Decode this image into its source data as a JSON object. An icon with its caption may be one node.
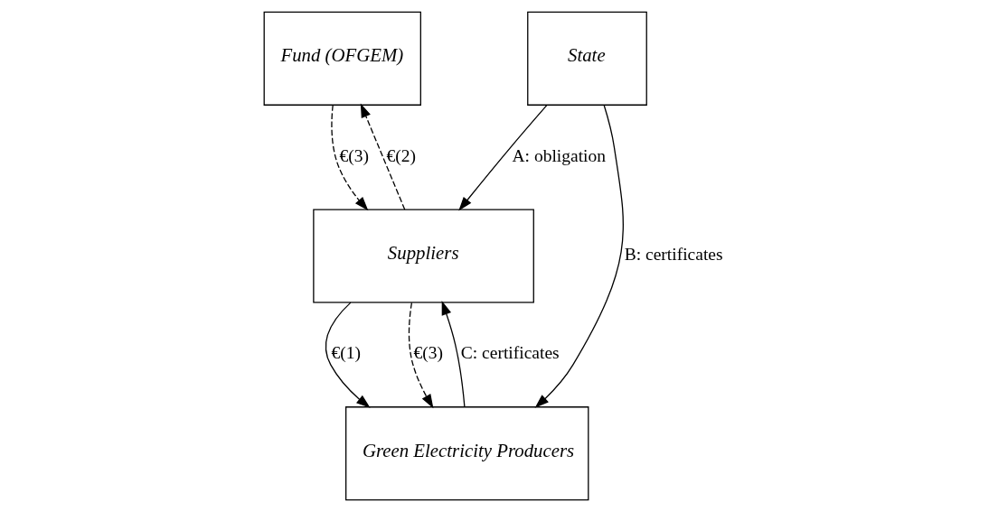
{
  "diagram": {
    "nodes": [
      {
        "text": [
          "Fund (OFGEM)"
        ]
      },
      {
        "text": [
          "State"
        ]
      },
      {
        "text": [
          "Suppliers"
        ]
      },
      {
        "text": [
          "Green Electricity Producers"
        ]
      }
    ],
    "edges": [
      {
        "from": 1,
        "to": 2,
        "arrow": "to",
        "label": "A: obligation"
      },
      {
        "from": 1,
        "to": 3,
        "arrow": "to",
        "label": "B: certificates"
      },
      {
        "from": 2,
        "to": 3,
        "arrow": "to",
        "label": "€(1)"
      },
      {
        "from": 3,
        "to": 2,
        "arrow": "to",
        "label": "C: certificates"
      },
      {
        "from": 2,
        "to": 0,
        "arrow": "to",
        "label": "€(2)",
        "style": "dashed"
      },
      {
        "from": 0,
        "to": 2,
        "arrow": "to",
        "label": "€(3)",
        "style": "dashed"
      },
      {
        "from": 2,
        "to": 3,
        "arrow": "to",
        "label": "€(3)",
        "style": "dashed"
      }
    ]
  }
}
